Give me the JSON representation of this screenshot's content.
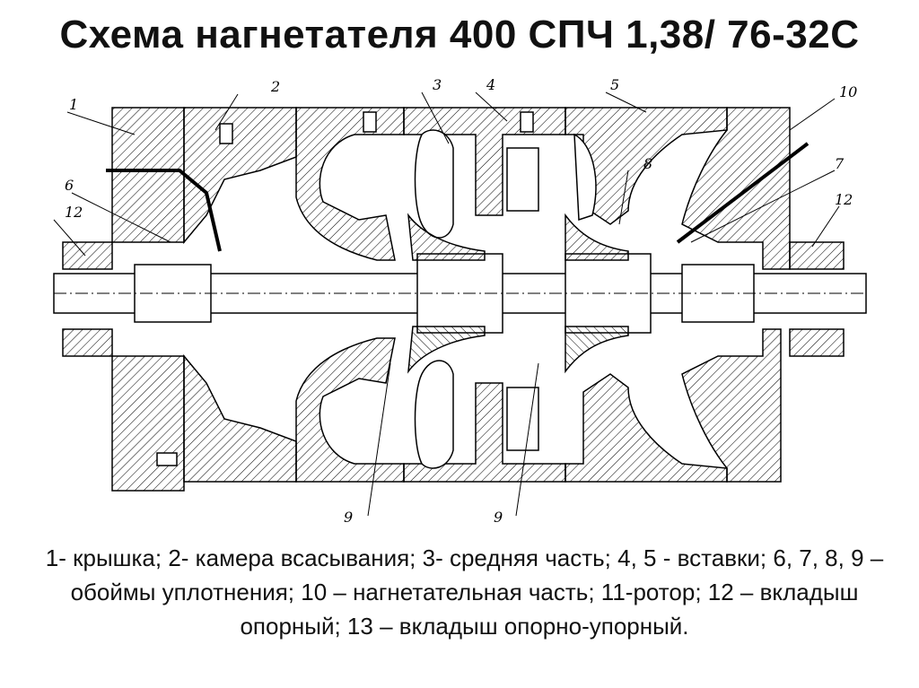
{
  "title": "Схема нагнетателя 400 СПЧ 1,38/ 76-32С",
  "caption": "1- крышка; 2- камера всасывания; 3- средняя часть; 4, 5 - вставки; 6, 7, 8, 9 – обоймы уплотнения; 10 – нагнетательная часть; 11-ротор; 12 – вкладыш опорный; 13 – вкладыш опорно-упорный.",
  "labels": {
    "l1": "1",
    "l2": "2",
    "l3": "3",
    "l4": "4",
    "l5": "5",
    "l6": "6",
    "l7": "7",
    "l8": "8",
    "l10": "10",
    "l12a": "12",
    "l12b": "12",
    "l9a": "9",
    "l9b": "9"
  }
}
